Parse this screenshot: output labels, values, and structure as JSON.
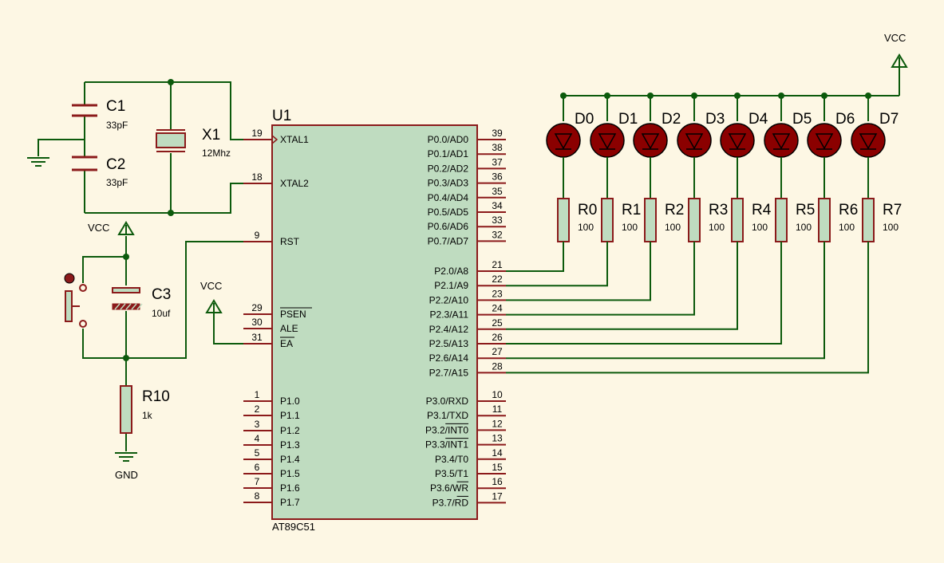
{
  "colors": {
    "background": "#fdf7e4",
    "wire": "#0c5a0c",
    "pin": "#8b1a1a",
    "ic_fill": "#bfdcc0",
    "ic_border": "#8b1a1a",
    "led_fill": "#8b0000",
    "resistor_fill": "#bfdcc0",
    "text": "#000000"
  },
  "mcu": {
    "ref": "U1",
    "part": "AT89C51",
    "left_pins": [
      {
        "num": "19",
        "name": "XTAL1"
      },
      {
        "num": "18",
        "name": "XTAL2"
      },
      {
        "num": "9",
        "name": "RST"
      },
      {
        "num": "29",
        "name": "PSEN"
      },
      {
        "num": "30",
        "name": "ALE"
      },
      {
        "num": "31",
        "name": "EA"
      },
      {
        "num": "1",
        "name": "P1.0"
      },
      {
        "num": "2",
        "name": "P1.1"
      },
      {
        "num": "3",
        "name": "P1.2"
      },
      {
        "num": "4",
        "name": "P1.3"
      },
      {
        "num": "5",
        "name": "P1.4"
      },
      {
        "num": "6",
        "name": "P1.5"
      },
      {
        "num": "7",
        "name": "P1.6"
      },
      {
        "num": "8",
        "name": "P1.7"
      }
    ],
    "right_pins": [
      {
        "num": "39",
        "name": "P0.0/AD0"
      },
      {
        "num": "38",
        "name": "P0.1/AD1"
      },
      {
        "num": "37",
        "name": "P0.2/AD2"
      },
      {
        "num": "36",
        "name": "P0.3/AD3"
      },
      {
        "num": "35",
        "name": "P0.4/AD4"
      },
      {
        "num": "34",
        "name": "P0.5/AD5"
      },
      {
        "num": "33",
        "name": "P0.6/AD6"
      },
      {
        "num": "32",
        "name": "P0.7/AD7"
      },
      {
        "num": "21",
        "name": "P2.0/A8"
      },
      {
        "num": "22",
        "name": "P2.1/A9"
      },
      {
        "num": "23",
        "name": "P2.2/A10"
      },
      {
        "num": "24",
        "name": "P2.3/A11"
      },
      {
        "num": "25",
        "name": "P2.4/A12"
      },
      {
        "num": "26",
        "name": "P2.5/A13"
      },
      {
        "num": "27",
        "name": "P2.6/A14"
      },
      {
        "num": "28",
        "name": "P2.7/A15"
      },
      {
        "num": "10",
        "name": "P3.0/RXD"
      },
      {
        "num": "11",
        "name": "P3.1/TXD"
      },
      {
        "num": "12",
        "name": "P3.2/INT0"
      },
      {
        "num": "13",
        "name": "P3.3/INT1"
      },
      {
        "num": "14",
        "name": "P3.4/T0"
      },
      {
        "num": "15",
        "name": "P3.5/T1"
      },
      {
        "num": "16",
        "name": "P3.6/WR"
      },
      {
        "num": "17",
        "name": "P3.7/RD"
      }
    ]
  },
  "crystal": {
    "ref": "X1",
    "value": "12Mhz"
  },
  "capacitors": [
    {
      "ref": "C1",
      "value": "33pF"
    },
    {
      "ref": "C2",
      "value": "33pF"
    },
    {
      "ref": "C3",
      "value": "10uf"
    }
  ],
  "reset_resistor": {
    "ref": "R10",
    "value": "1k"
  },
  "leds": [
    "D0",
    "D1",
    "D2",
    "D3",
    "D4",
    "D5",
    "D6",
    "D7"
  ],
  "resistors": [
    {
      "ref": "R0",
      "value": "100"
    },
    {
      "ref": "R1",
      "value": "100"
    },
    {
      "ref": "R2",
      "value": "100"
    },
    {
      "ref": "R3",
      "value": "100"
    },
    {
      "ref": "R4",
      "value": "100"
    },
    {
      "ref": "R5",
      "value": "100"
    },
    {
      "ref": "R6",
      "value": "100"
    },
    {
      "ref": "R7",
      "value": "100"
    }
  ],
  "power": {
    "vcc": "VCC",
    "gnd": "GND"
  }
}
